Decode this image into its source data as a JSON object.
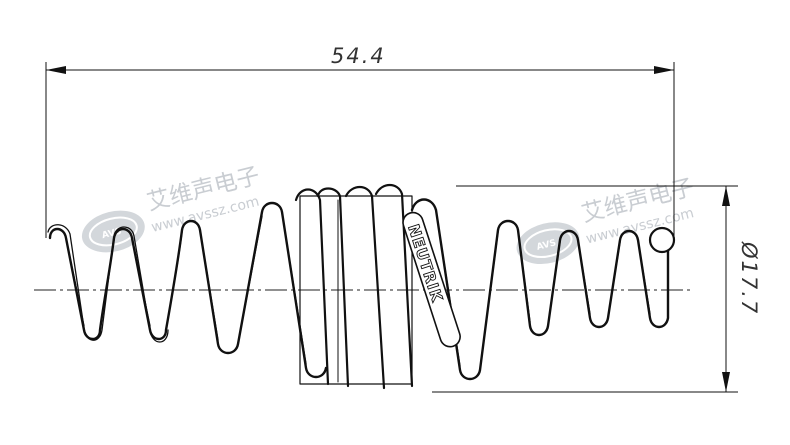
{
  "dimensions": {
    "length": "54.4",
    "diameter": "Ø17.7"
  },
  "brand_label": "NEUTRIK",
  "watermarks": [
    {
      "chinese": "艾维声电子",
      "url": "www.avssz.com",
      "logo": "AVS"
    },
    {
      "chinese": "艾维声电子",
      "url": "www.avssz.com",
      "logo": "AVS"
    }
  ],
  "colors": {
    "line": "#111111",
    "watermark": "#c9cdd2"
  }
}
